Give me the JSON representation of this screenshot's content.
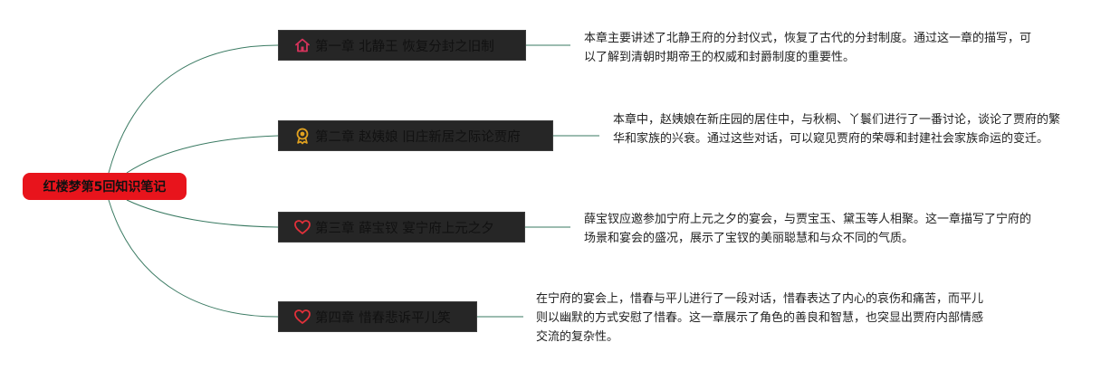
{
  "root": {
    "title": "红楼梦第5回知识笔记"
  },
  "branches": [
    {
      "label": "第一章 北静王 恢复分封之旧制",
      "icon": "home-icon",
      "icon_color": "#d6335b",
      "summary": "本章主要讲述了北静王府的分封仪式，恢复了古代的分封制度。通过这一章的描写，可以了解到清朝时期帝王的权威和封爵制度的重要性。"
    },
    {
      "label": "第二章 赵姨娘 旧庄新居之际论贾府",
      "icon": "award-medal-icon",
      "icon_color": "#e2a21f",
      "summary": "本章中，赵姨娘在新庄园的居住中，与秋桐、丫鬟们进行了一番讨论，谈论了贾府的繁华和家族的兴衰。通过这些对话，可以窥见贾府的荣辱和封建社会家族命运的变迁。"
    },
    {
      "label": "第三章 薛宝钗 宴宁府上元之夕",
      "icon": "heart-icon",
      "icon_color": "#e0303a",
      "summary": "薛宝钗应邀参加宁府上元之夕的宴会，与贾宝玉、黛玉等人相聚。这一章描写了宁府的场景和宴会的盛况，展示了宝钗的美丽聪慧和与众不同的气质。"
    },
    {
      "label": "第四章 惜春悲诉平儿笑",
      "icon": "heart-icon",
      "icon_color": "#e0303a",
      "summary": "在宁府的宴会上，惜春与平儿进行了一段对话，惜春表达了内心的哀伤和痛苦，而平儿则以幽默的方式安慰了惜春。这一章展示了角色的善良和智慧，也突显出贾府内部情感交流的复杂性。"
    }
  ],
  "colors": {
    "root_fill": "#e8141c",
    "node_fill": "#262626",
    "connector": "#3a7a62",
    "node_text": "#111111"
  }
}
